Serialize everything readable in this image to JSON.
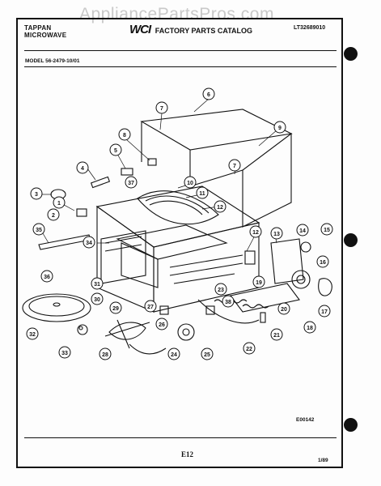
{
  "watermark": "AppliancePartsPros.com",
  "header": {
    "brand_line1": "TAPPAN",
    "brand_line2": "MICROWAVE",
    "catalog_title": "FACTORY PARTS CATALOG",
    "doc_number": "LT32689010"
  },
  "model_line": "MODEL 56-2479-10/01",
  "footer": {
    "figure_code": "E00142",
    "page": "E12",
    "date": "1/89"
  },
  "callouts": [
    "1",
    "2",
    "3",
    "4",
    "5",
    "6",
    "7",
    "7",
    "8",
    "9",
    "10",
    "11",
    "12",
    "12",
    "13",
    "14",
    "15",
    "16",
    "17",
    "18",
    "19",
    "20",
    "21",
    "22",
    "23",
    "24",
    "25",
    "26",
    "27",
    "28",
    "29",
    "30",
    "31",
    "32",
    "33",
    "34",
    "35",
    "36",
    "37",
    "38"
  ]
}
